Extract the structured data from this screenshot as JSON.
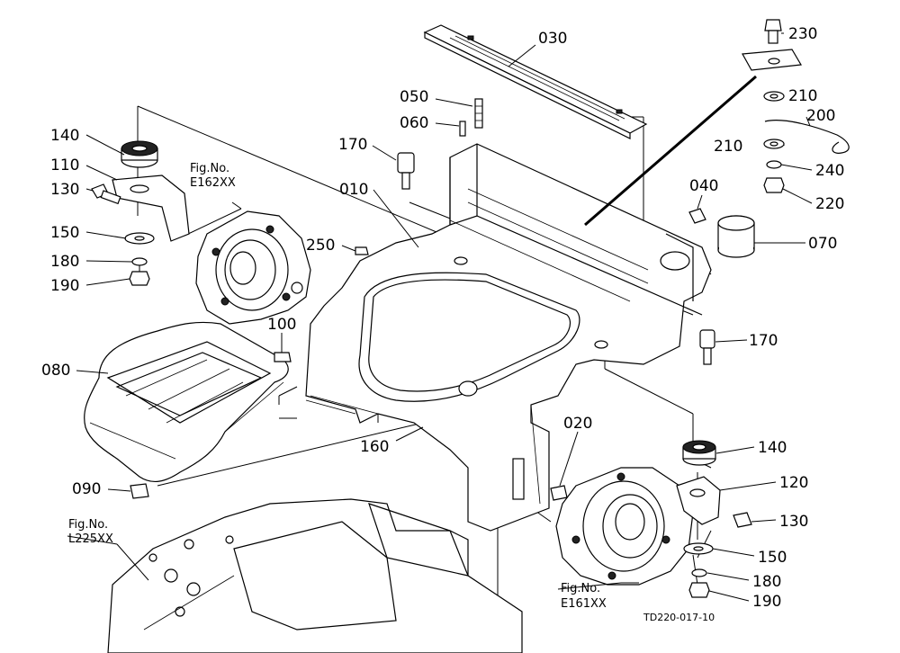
{
  "labels": {
    "p010": "010",
    "p020": "020",
    "p030": "030",
    "p040": "040",
    "p050": "050",
    "p060": "060",
    "p070": "070",
    "p080": "080",
    "p090": "090",
    "p100": "100",
    "p110": "110",
    "p120": "120",
    "p130a": "130",
    "p130b": "130",
    "p140a": "140",
    "p140b": "140",
    "p150a": "150",
    "p150b": "150",
    "p160": "160",
    "p170a": "170",
    "p170b": "170",
    "p180a": "180",
    "p180b": "180",
    "p190a": "190",
    "p190b": "190",
    "p200": "200",
    "p210a": "210",
    "p210b": "210",
    "p220": "220",
    "p230": "230",
    "p240": "240",
    "p250": "250"
  },
  "refs": {
    "fig_e162_title": "Fig.No.",
    "fig_e162_code": "E162XX",
    "fig_l225_title": "Fig.No.",
    "fig_l225_code": "L225XX",
    "fig_e161_title": "Fig.No.",
    "fig_e161_code": "E161XX"
  },
  "drawing_code": "TD220-017-10"
}
